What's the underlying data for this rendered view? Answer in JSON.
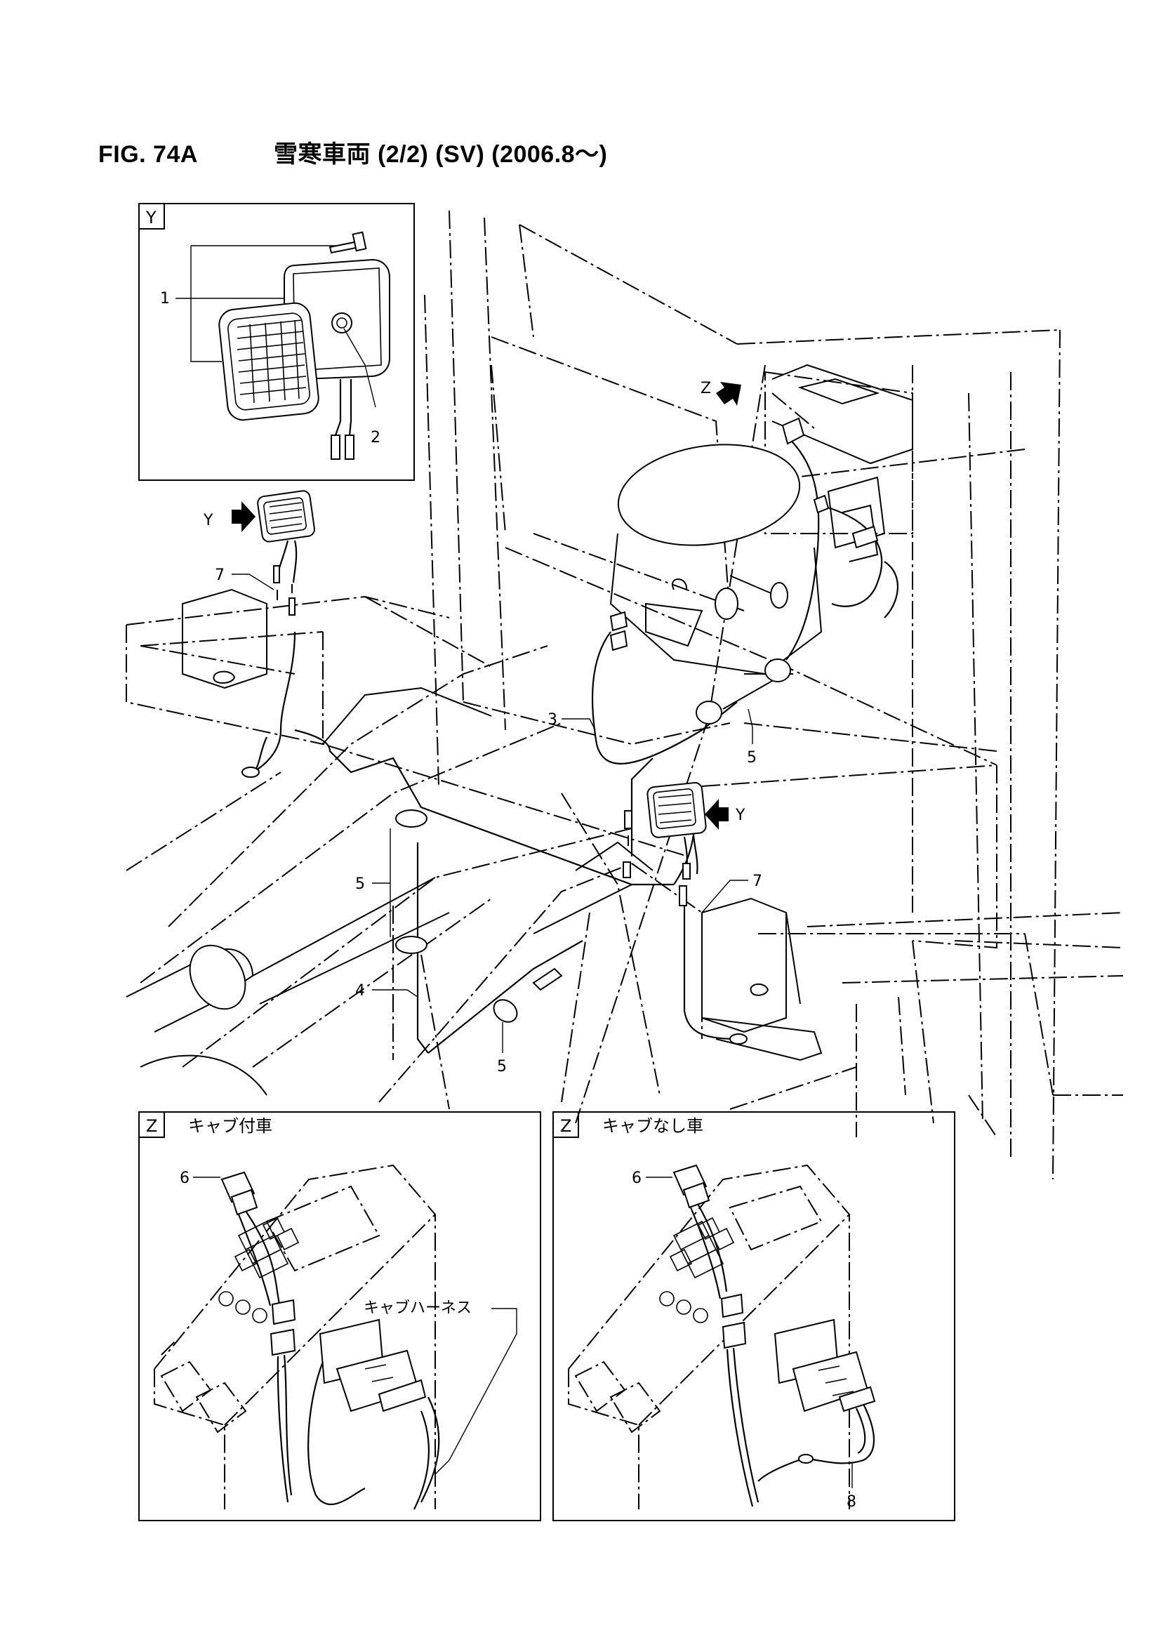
{
  "title": {
    "figure_no": "FIG. 74A",
    "caption": "雪寒車両 (2/2) (SV) (2006.8〜)"
  },
  "insets": {
    "y": {
      "tag": "Y"
    },
    "z_cab": {
      "tag": "Z",
      "caption": "キャブ付車"
    },
    "z_nocab": {
      "tag": "Z",
      "caption": "キャブなし車"
    }
  },
  "view_arrows": {
    "y_left": "Y",
    "y_right": "Y",
    "z": "Z"
  },
  "labels": {
    "work_light": "1",
    "bolt": "2",
    "harness_upper": "3",
    "harness_lower": "4",
    "clamp": "5",
    "switch": "6",
    "connector": "7",
    "sub_harness": "8",
    "cab_harness": "キャブハーネス"
  }
}
